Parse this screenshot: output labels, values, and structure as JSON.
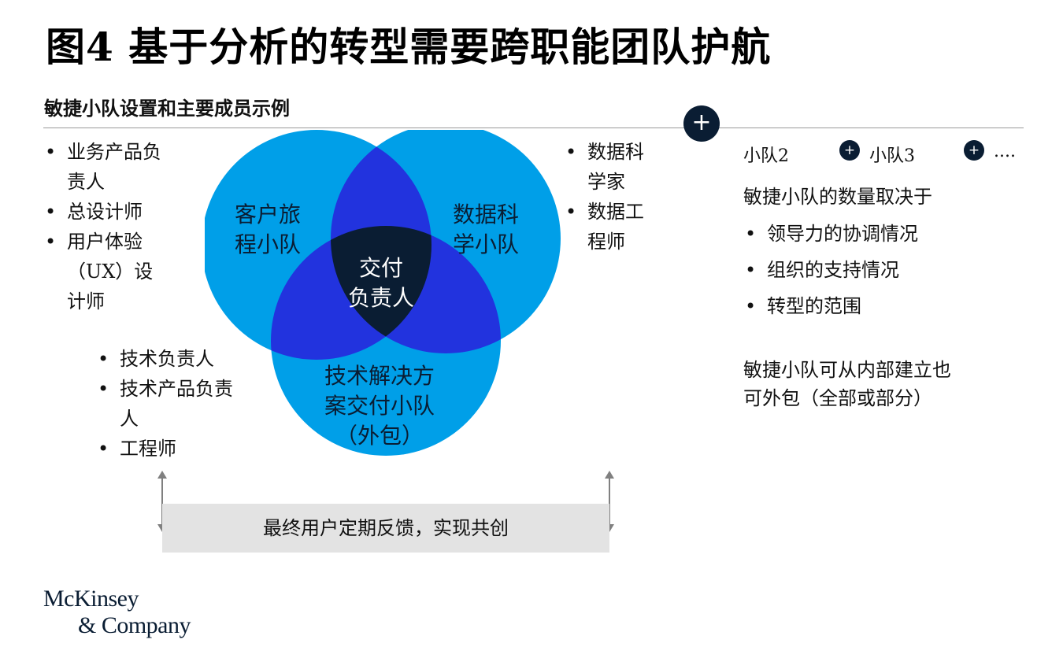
{
  "title": "图4 基于分析的转型需要跨职能团队护航",
  "subtitle": "敏捷小队设置和主要成员示例",
  "venn": {
    "colors": {
      "circle": "#009fe8",
      "pair_overlap": "#2233de",
      "center": "#0a1d33"
    },
    "circles": [
      {
        "label_lines": [
          "客户旅",
          "程小队"
        ]
      },
      {
        "label_lines": [
          "数据科",
          "学小队"
        ]
      },
      {
        "label_lines": [
          "技术解决方",
          "案交付小队",
          "（外包）"
        ]
      }
    ],
    "center": {
      "label_lines": [
        "交付",
        "负责人"
      ]
    }
  },
  "left_roles": [
    "业务产品负",
    "责人",
    "总设计师",
    "用户体验",
    "（UX）设",
    "计师"
  ],
  "tech_roles": [
    "技术负责人",
    "技术产品负责",
    "人",
    "工程师"
  ],
  "data_roles": [
    "数据科",
    "学家",
    "数据工",
    "程师"
  ],
  "squads": {
    "plus_icon": "plus-icon",
    "items": [
      "小队2",
      "小队3",
      "...."
    ]
  },
  "right_panel": {
    "heading": "敏捷小队的数量取决于",
    "bullets": [
      "领导力的协调情况",
      "组织的支持情况",
      "转型的范围"
    ],
    "note_lines": [
      "敏捷小队可从内部建立也",
      "可外包（全部或部分）"
    ]
  },
  "feedback": "最终用户定期反馈，实现共创",
  "logo": {
    "line1": "McKinsey",
    "line2": "& Company"
  }
}
